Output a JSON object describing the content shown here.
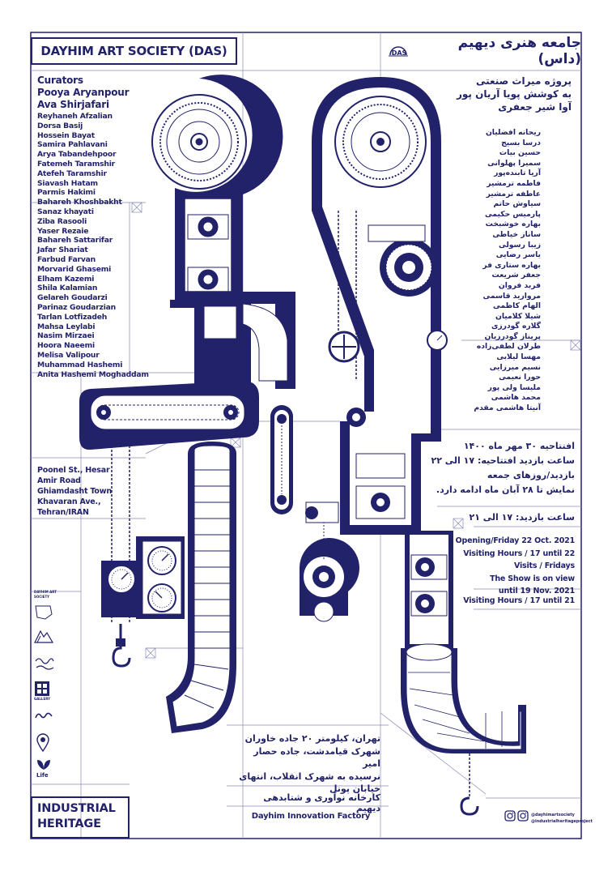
{
  "header": {
    "society_en": "DAYHIM ART SOCIETY (DAS)",
    "society_fa": "جامعه هنری دیهیم (داس)",
    "das_logo": "DAS"
  },
  "curators": {
    "label": "Curators",
    "names": [
      "Pooya Aryanpour",
      "Ava Shirjafari"
    ]
  },
  "project_fa": {
    "lines": [
      "پروژه میراث صنعتی",
      "به کوشش پویا آریان پور",
      "آوا شیر جعفری"
    ]
  },
  "artists_en": [
    "Reyhaneh Afzalian",
    "Dorsa Basij",
    "Hossein Bayat",
    "Samira Pahlavani",
    "Arya Tabandehpoor",
    "Fatemeh Taramshir",
    "Atefeh Taramshir",
    "Siavash Hatam",
    "Parmis Hakimi",
    "Bahareh Khoshbakht",
    "Sanaz khayati",
    "Ziba Rasooli",
    "Yaser Rezaie",
    "Bahareh Sattarifar",
    "Jafar Shariat",
    "Farbud Farvan",
    "Morvarid Ghasemi",
    "Elham Kazemi",
    "Shila Kalamian",
    "Gelareh Goudarzi",
    "Parinaz Goudarzian",
    "Tarlan Lotfizadeh",
    "Mahsa Leylabi",
    "Nasim Mirzaei",
    "Hoora Naeemi",
    "Melisa Valipour",
    "Muhammad Hashemi",
    "Anita Hashemi Moghaddam"
  ],
  "artists_fa": [
    "ریحانه افضلیان",
    "درسا بسیج",
    "حسین بیات",
    "سمیرا پهلوانی",
    "آریا تابنده‌پور",
    "فاطمه ترمشیر",
    "عاطفه ترمشیر",
    "سیاوش حاتم",
    "پارمیس حکیمی",
    "بهاره خوشبخت",
    "ساناز خیاطی",
    "زیبا رسولی",
    "یاسر رضایی",
    "بهاره ستاری فر",
    "جعفر شریعت",
    "فربد فروان",
    "مروارید قاسمی",
    "الهام کاظمی",
    "شیلا کلامیان",
    "گلاره گودرزی",
    "پریناز گودرزیان",
    "طرلان لطفی‌زاده",
    "مهسا لیلابی",
    "نسیم میرزایی",
    "حورا نعیمی",
    "ملیسا ولی پور",
    "محمد هاشمی",
    "آنیتا هاشمی مقدم"
  ],
  "opening_fa": {
    "lines": [
      "افتتاحیه ۳۰ مهر ماه ۱۴۰۰",
      "ساعت بازدید افتتاحیه: ۱۷ الی ۲۲",
      "بازدید/روزهای جمعه",
      "نمایش تا ۲۸ آبان ماه ادامه دارد."
    ],
    "hours": "ساعت بازدید: ۱۷ الی ۲۱"
  },
  "opening_en": {
    "lines": [
      "Opening/Friday 22 Oct. 2021",
      "Visiting Hours / 17 until 22",
      "Visits / Fridays",
      "The Show is on view",
      "until 19 Nov. 2021"
    ],
    "hours": "Visiting Hours / 17 until 21"
  },
  "address_en": [
    "Poonel St., Hesar",
    "Amir Road",
    "Ghiamdasht Town",
    "Khavaran Ave.,",
    "Tehran/IRAN"
  ],
  "address_fa": [
    "تهران، کیلومتر ۲۰ جاده خاوران",
    "شهرک قیامدشت، جاده حصار امیر",
    "نرسیده به شهرک انقلاب، انتهای",
    "خیابان پونل"
  ],
  "factory": {
    "fa": "کارخانه نوآوری و شتابدهی دیهیم",
    "en": "Dayhim Innovation Factory"
  },
  "footer": {
    "title_lines": [
      "INDUSTRIAL",
      "HERITAGE"
    ],
    "socials": [
      "@dayhimartsociety",
      "@industrialheritageproject"
    ]
  },
  "sponsors": {
    "dayhim": "DAYHIM ART SOCIETY",
    "gallery": "GALLERY",
    "life": "Life"
  },
  "colors": {
    "ink": "#22226b",
    "paper": "#ffffff",
    "grid": "#6a6aa0"
  }
}
